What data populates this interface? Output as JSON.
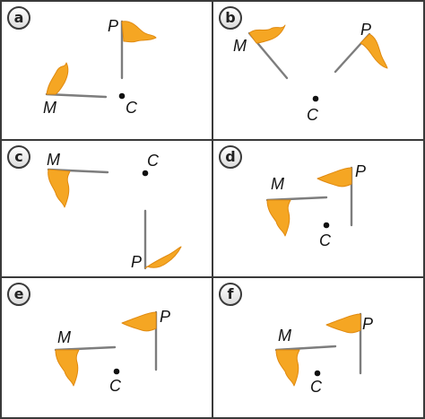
{
  "colors": {
    "flag_fill": "#f5a623",
    "flag_stroke": "#e08a10",
    "pole": "#7d7d7d",
    "border": "#3a3a3a",
    "point": "#111111"
  },
  "labels": {
    "m": "M",
    "p": "P",
    "c": "C"
  },
  "panels": [
    {
      "id": "a",
      "label": "a"
    },
    {
      "id": "b",
      "label": "b"
    },
    {
      "id": "c",
      "label": "c"
    },
    {
      "id": "d",
      "label": "d"
    },
    {
      "id": "e",
      "label": "e"
    },
    {
      "id": "f",
      "label": "f"
    }
  ]
}
